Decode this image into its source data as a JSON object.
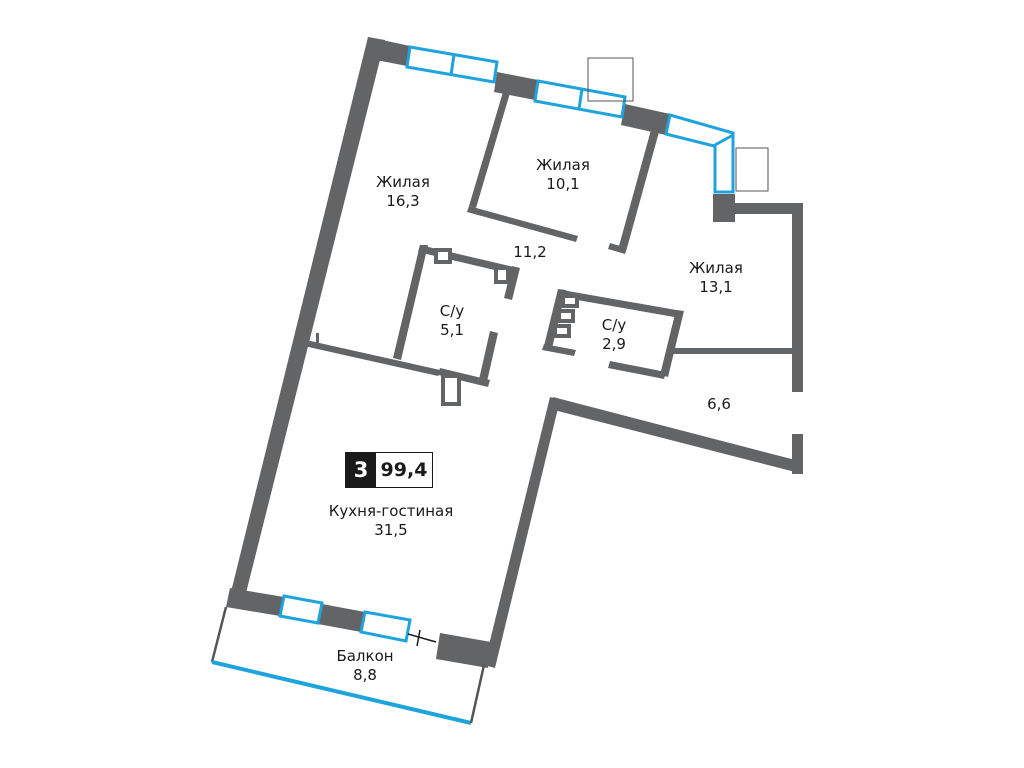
{
  "colors": {
    "wall": "#636466",
    "window": "#1fa3dc",
    "thin_line": "#555555",
    "text": "#1a1a1a"
  },
  "badge": {
    "rooms": "3",
    "area": "99,4"
  },
  "rooms": {
    "bedroom_a": {
      "name": "Жилая",
      "area": "16,3"
    },
    "bedroom_b": {
      "name": "Жилая",
      "area": "10,1"
    },
    "bedroom_c": {
      "name": "Жилая",
      "area": "13,1"
    },
    "hall": {
      "name": "",
      "area": "11,2"
    },
    "bath_a": {
      "name": "С/у",
      "area": "5,1"
    },
    "bath_b": {
      "name": "С/у",
      "area": "2,9"
    },
    "corridor": {
      "name": "",
      "area": "6,6"
    },
    "kitchen": {
      "name": "Кухня-гостиная",
      "area": "31,5"
    },
    "balcony": {
      "name": "Балкон",
      "area": "8,8"
    }
  }
}
